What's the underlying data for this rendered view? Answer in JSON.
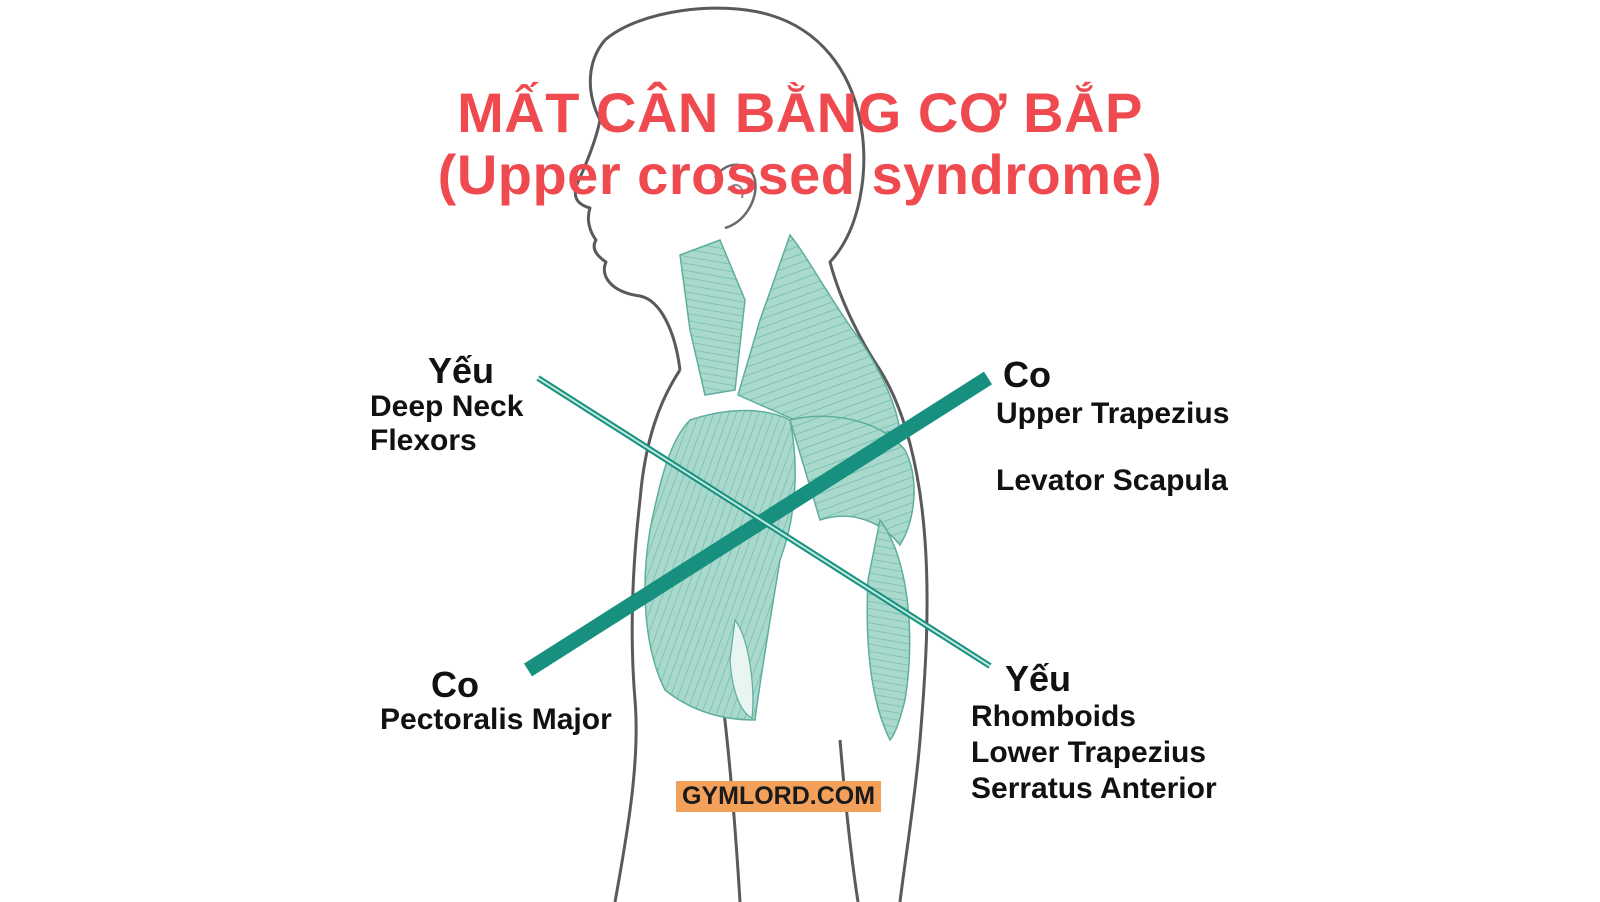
{
  "title": {
    "main": "MẤT CÂN BẰNG CƠ BẮP",
    "sub": "(Upper crossed syndrome)"
  },
  "labels": {
    "weak_upper": {
      "head": "Yếu",
      "items": [
        "Deep Neck",
        "Flexors"
      ]
    },
    "tight_upper": {
      "head": "Co",
      "items": [
        "Upper Trapezius",
        "Levator Scapula"
      ]
    },
    "tight_lower": {
      "head": "Co",
      "items": [
        "Pectoralis Major"
      ]
    },
    "weak_lower": {
      "head": "Yếu",
      "items": [
        "Rhomboids",
        "Lower Trapezius",
        "Serratus Anterior"
      ]
    }
  },
  "watermark": "GYMLORD.COM",
  "colors": {
    "title": "#ef4a4f",
    "cross_line": "#17907f",
    "muscle_fill": "#9fd3c7",
    "muscle_stroke": "#5fae9c",
    "outline": "#5a5a5a",
    "watermark_bg": "#f3a15a"
  }
}
